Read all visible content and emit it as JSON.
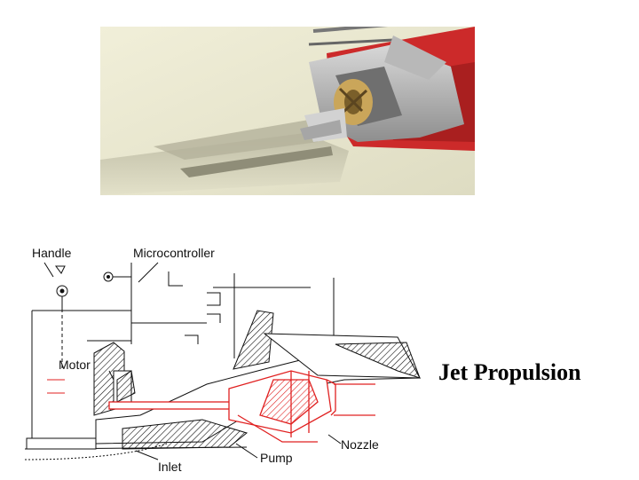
{
  "slide": {
    "title": "Jet Propulsion"
  },
  "diagram": {
    "labels": {
      "handle": "Handle",
      "microcontroller": "Microcontroller",
      "motor": "Motor",
      "inlet": "Inlet",
      "pump": "Pump",
      "nozzle": "Nozzle"
    }
  },
  "colors": {
    "hull_light": "#e9e7cf",
    "red_housing": "#cc2a2a",
    "metal_gray": "#9a9a9a",
    "schematic_red": "#e02020",
    "ink": "#111111"
  }
}
